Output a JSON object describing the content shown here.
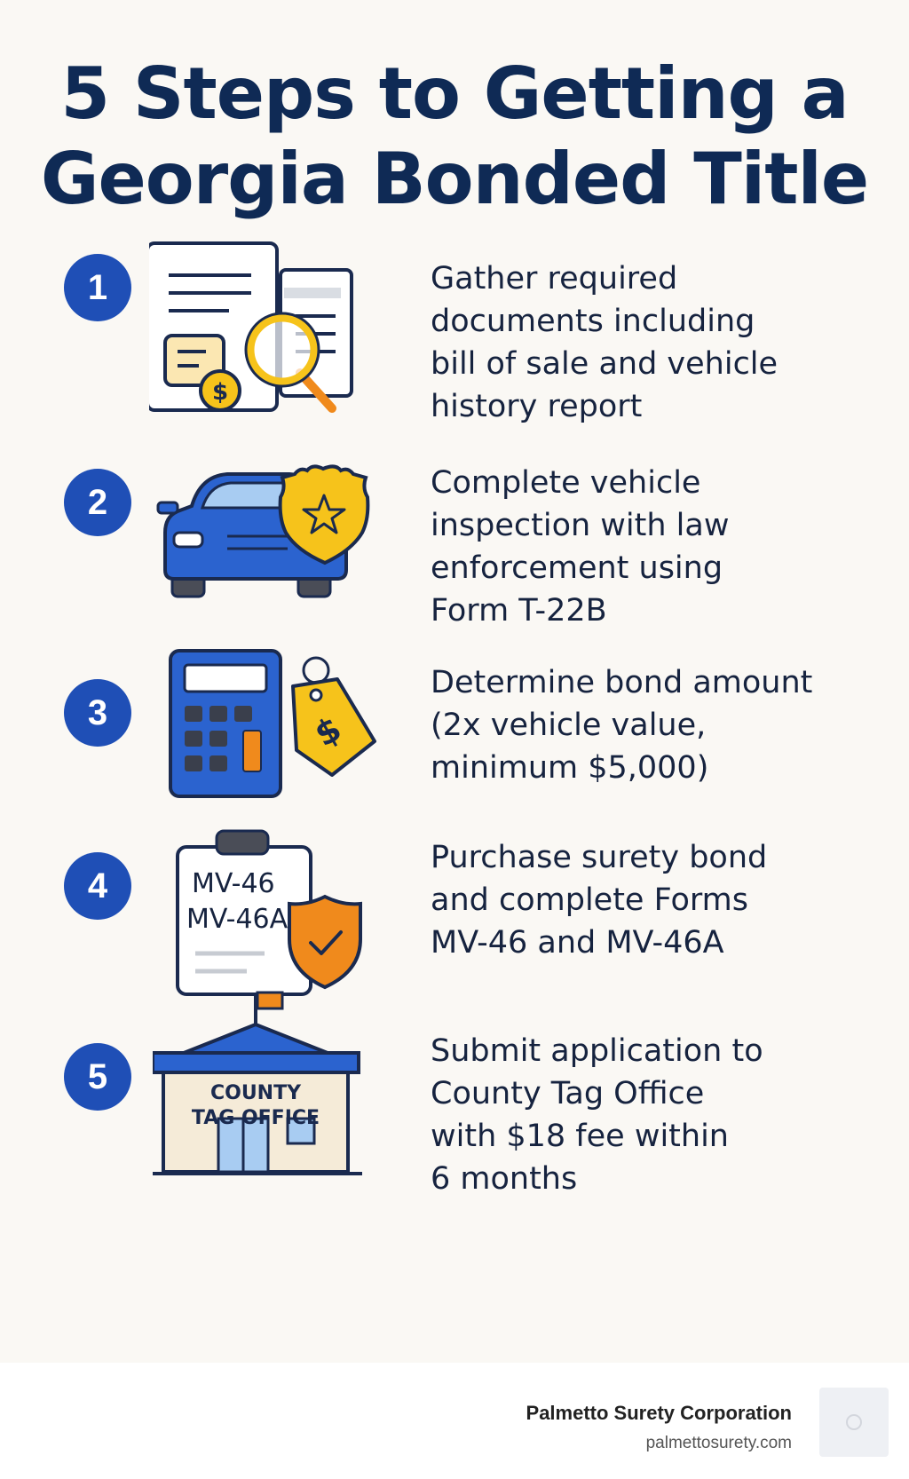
{
  "title": {
    "line1": "5 Steps to Getting a",
    "line2": "Georgia Bonded Title"
  },
  "steps": [
    {
      "number": "1",
      "icon": "documents-magnifier-icon",
      "lines": [
        "Gather required",
        "documents including",
        "bill of sale and vehicle",
        "history report"
      ]
    },
    {
      "number": "2",
      "icon": "police-car-badge-icon",
      "lines": [
        "Complete vehicle",
        "inspection with law",
        "enforcement using",
        "Form T-22B"
      ]
    },
    {
      "number": "3",
      "icon": "calculator-price-tag-icon",
      "lines": [
        "Determine bond amount",
        "(2x vehicle value,",
        "minimum $5,000)"
      ]
    },
    {
      "number": "4",
      "icon": "clipboard-shield-icon",
      "clipboard_text": [
        "MV-46",
        "MV-46A"
      ],
      "lines": [
        "Purchase surety bond",
        "and complete Forms",
        "MV-46 and MV-46A"
      ]
    },
    {
      "number": "5",
      "icon": "county-office-building-icon",
      "building_sign": [
        "COUNTY",
        "TAG OFFICE"
      ],
      "lines": [
        "Submit application to",
        "County Tag Office",
        "with $18 fee within",
        "6 months"
      ]
    }
  ],
  "footer": {
    "company": "Palmetto Surety Corporation",
    "url": "palmettosurety.com"
  },
  "colors": {
    "navy": "#0f2a55",
    "blue": "#1f4fb6",
    "yellow": "#f6c31b",
    "orange": "#f08a1c"
  }
}
